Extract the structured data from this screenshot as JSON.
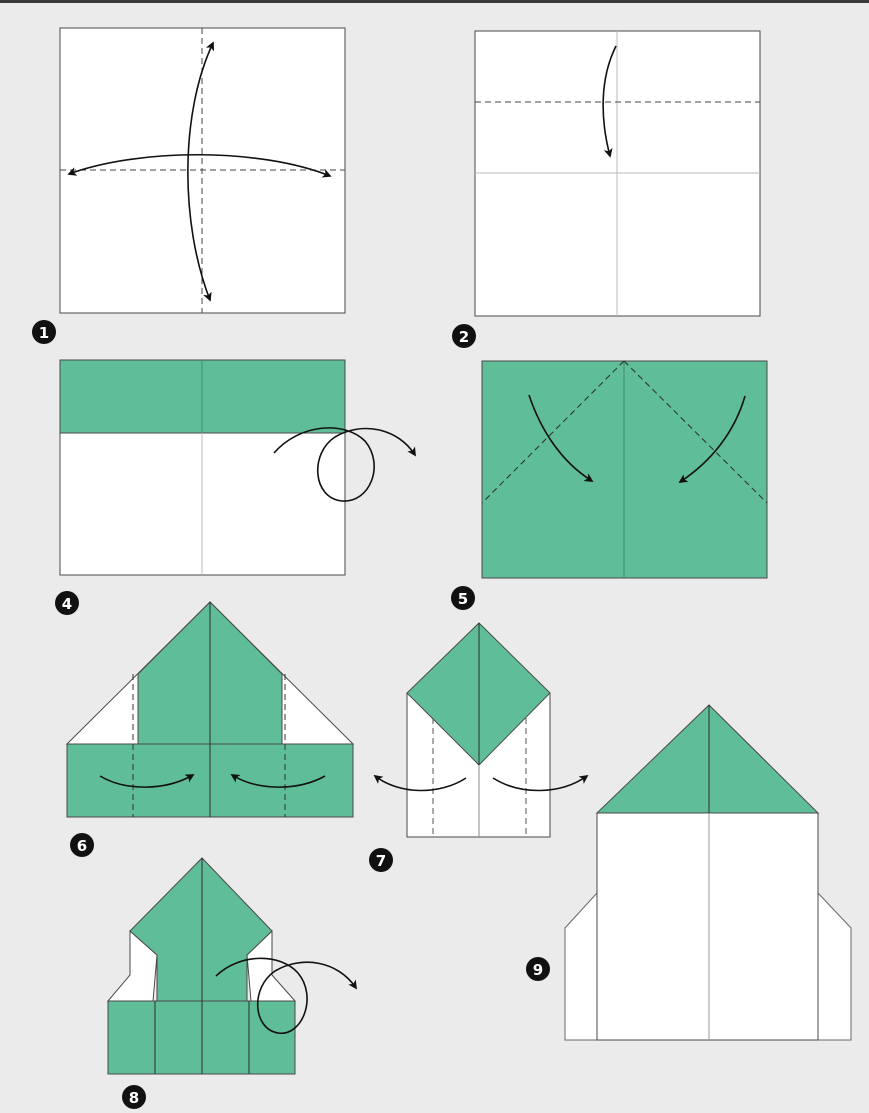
{
  "colors": {
    "paper_front": "#ffffff",
    "paper_back": "#5fbe98",
    "outline": "#4a4a4a",
    "crease": "#b8b8b8",
    "arrow": "#111111",
    "badge": "#111111",
    "background": "#ebebeb"
  },
  "steps": [
    {
      "id": "step-1",
      "number": "1"
    },
    {
      "id": "step-2",
      "number": "2"
    },
    {
      "id": "step-4",
      "number": "4"
    },
    {
      "id": "step-5",
      "number": "5"
    },
    {
      "id": "step-6",
      "number": "6"
    },
    {
      "id": "step-7",
      "number": "7"
    },
    {
      "id": "step-8",
      "number": "8"
    },
    {
      "id": "step-9",
      "number": "9"
    }
  ]
}
